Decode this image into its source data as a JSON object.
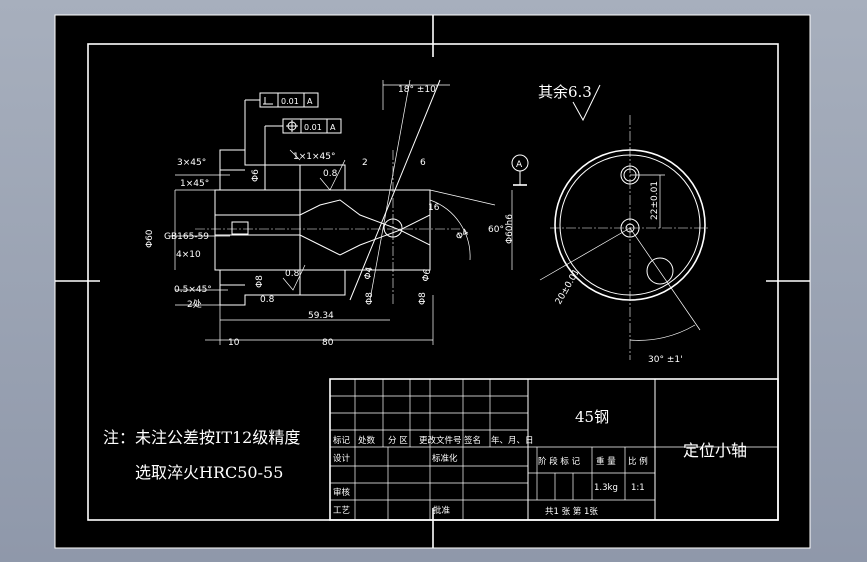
{
  "surface_finish": "其余6.3",
  "material": "45钢",
  "part_name": "定位小轴",
  "notes": {
    "line1": "注：未注公差按IT12级精度",
    "line2": "选取淬火HRC50-55"
  },
  "tolerance_frames": {
    "parallel": {
      "value": "0.01",
      "datum": "A"
    },
    "position": {
      "value": "0.01",
      "datum": "A"
    }
  },
  "datum_label": "A",
  "dims": {
    "angle_top": "18° ±10'",
    "chamfer_top": "1×1×45°",
    "chamfer_a": "3×45°",
    "chamfer_b": "1×45°",
    "chamfer_c": "0.5×45°",
    "chamfer_c_count": "2处",
    "std": "GB165-59",
    "std_size": "4×10",
    "len_total": "80",
    "len_left": "10",
    "len_inner": "59.34",
    "dia_left": "Φ60",
    "dia_right": "Φ60h6",
    "angle_60": "60°",
    "val_2": "2",
    "val_6": "6",
    "val_16": "16",
    "phi4": "Φ4",
    "phi6": "Φ6",
    "phi8": "Φ8",
    "phi8b": "Φ8",
    "phi8c": "Φ8",
    "phi4b": "Φ4",
    "phi6b": "Φ6",
    "rough1": "0.8",
    "rough2": "0.8",
    "rough3": "0.8",
    "dim_22": "22±0.01",
    "dim_20": "20±0.01",
    "angle_30": "30° ±1'"
  },
  "title_block": {
    "row_labels": [
      "标记",
      "处数",
      "分 区",
      "更改文件号",
      "签名",
      "年、月、日"
    ],
    "design": "设计",
    "standard": "标准化",
    "review": "审核",
    "process": "工艺",
    "approve": "批准",
    "stage_headers": [
      "阶 段 标 记",
      "重 量",
      "比 例"
    ],
    "weight": "1.3kg",
    "scale": "1:1",
    "sheets": "共1  张  第  1张"
  }
}
